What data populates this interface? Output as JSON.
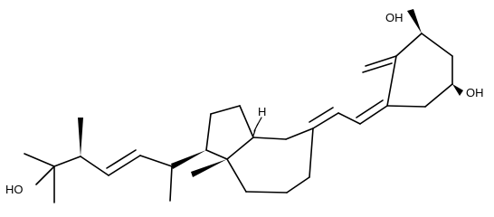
{
  "molecule": {
    "atom_labels": {
      "oh_top": "OH",
      "oh_right": "OH",
      "ho_left": "HO",
      "h_ring": "H"
    }
  },
  "colors": {
    "bond": "#000000",
    "background": "#ffffff"
  }
}
